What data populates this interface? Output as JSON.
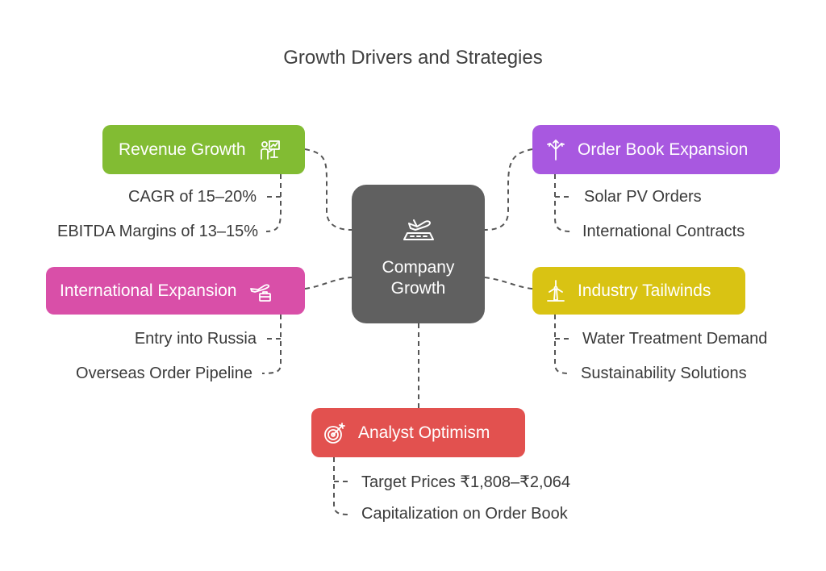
{
  "title": "Growth Drivers and Strategies",
  "center": {
    "line1": "Company",
    "line2": "Growth",
    "color": "#606060",
    "icon": "airplane-landing-icon"
  },
  "branches": {
    "revenue": {
      "label": "Revenue Growth",
      "color": "#82bc33",
      "icon": "presentation-icon",
      "items": [
        "CAGR of 15–20%",
        "EBITDA Margins of 13–15%"
      ]
    },
    "international": {
      "label": "International Expansion",
      "color": "#d94fa8",
      "icon": "travel-briefcase-icon",
      "items": [
        "Entry into Russia",
        "Overseas Order Pipeline"
      ]
    },
    "analyst": {
      "label": "Analyst Optimism",
      "color": "#e2514f",
      "icon": "target-icon",
      "items": [
        "Target Prices ₹1,808–₹2,064",
        "Capitalization on Order Book"
      ]
    },
    "orderbook": {
      "label": "Order Book Expansion",
      "color": "#a858e0",
      "icon": "split-arrows-icon",
      "items": [
        "Solar PV Orders",
        "International Contracts"
      ]
    },
    "industry": {
      "label": "Industry Tailwinds",
      "color": "#d9c313",
      "icon": "wind-turbine-icon",
      "items": [
        "Water Treatment Demand",
        "Sustainability Solutions"
      ]
    }
  }
}
